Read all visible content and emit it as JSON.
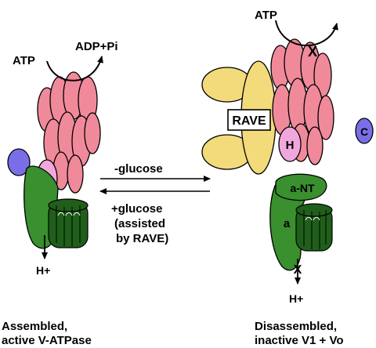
{
  "labels": {
    "left_atp": "ATP",
    "left_adp": "ADP+Pi",
    "right_atp": "ATP",
    "right_x": "X",
    "rave": "RAVE",
    "subunit_h": "H",
    "subunit_c": "C",
    "subunit_a_nt": "a-NT",
    "subunit_a": "a",
    "bottom_x": "X",
    "left_proton": "H+",
    "right_proton": "H+",
    "forward_arrow": "-glucose",
    "reverse_arrow_line1": "+glucose",
    "reverse_arrow_line2": "(assisted",
    "reverse_arrow_line3": "by RAVE)",
    "caption_left_line1": "Assembled,",
    "caption_left_line2": "active V-ATPase",
    "caption_right_line1": "Disassembled,",
    "caption_right_line2": "inactive V1 + Vo"
  },
  "colors": {
    "v1_pink": "#f08a9a",
    "h_subunit": "#f0a8dc",
    "c_subunit": "#7a6ee8",
    "rave_yellow": "#f3da7a",
    "a_subunit_green": "#3a8f2e",
    "c_ring_dark_green": "#1f5f1a"
  }
}
